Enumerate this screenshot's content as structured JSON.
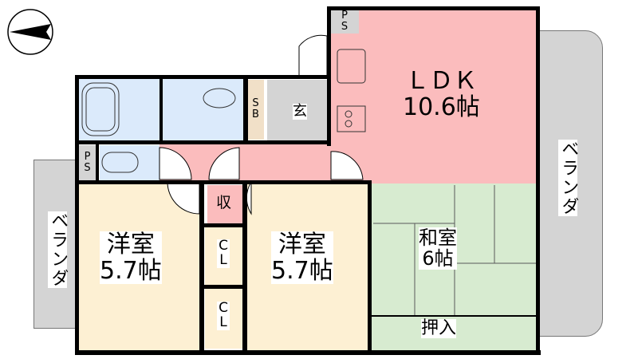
{
  "rooms": {
    "ldk": {
      "name": "ＬＤＫ",
      "size": "10.6帖"
    },
    "washitsu": {
      "name": "和室",
      "size": "6帖"
    },
    "western_1": {
      "name": "洋室",
      "size": "5.7帖"
    },
    "western_2": {
      "name": "洋室",
      "size": "5.7帖"
    },
    "oshiire": "押入",
    "genkan": "玄",
    "storage": "収",
    "closet_1": "CL",
    "closet_2": "CL",
    "shoe_box": "SB",
    "ps_top": "PS",
    "ps_left": "PS",
    "balcony_right": "ベランダ",
    "balcony_left": "ベランダ"
  },
  "colors": {
    "ldk": "#fbbcbd",
    "western": "#fdf0d3",
    "washitsu": "#d7ebd0",
    "wet": "#dbeafb",
    "gray": "#d4d4d4",
    "sb": "#f1e0c8"
  }
}
